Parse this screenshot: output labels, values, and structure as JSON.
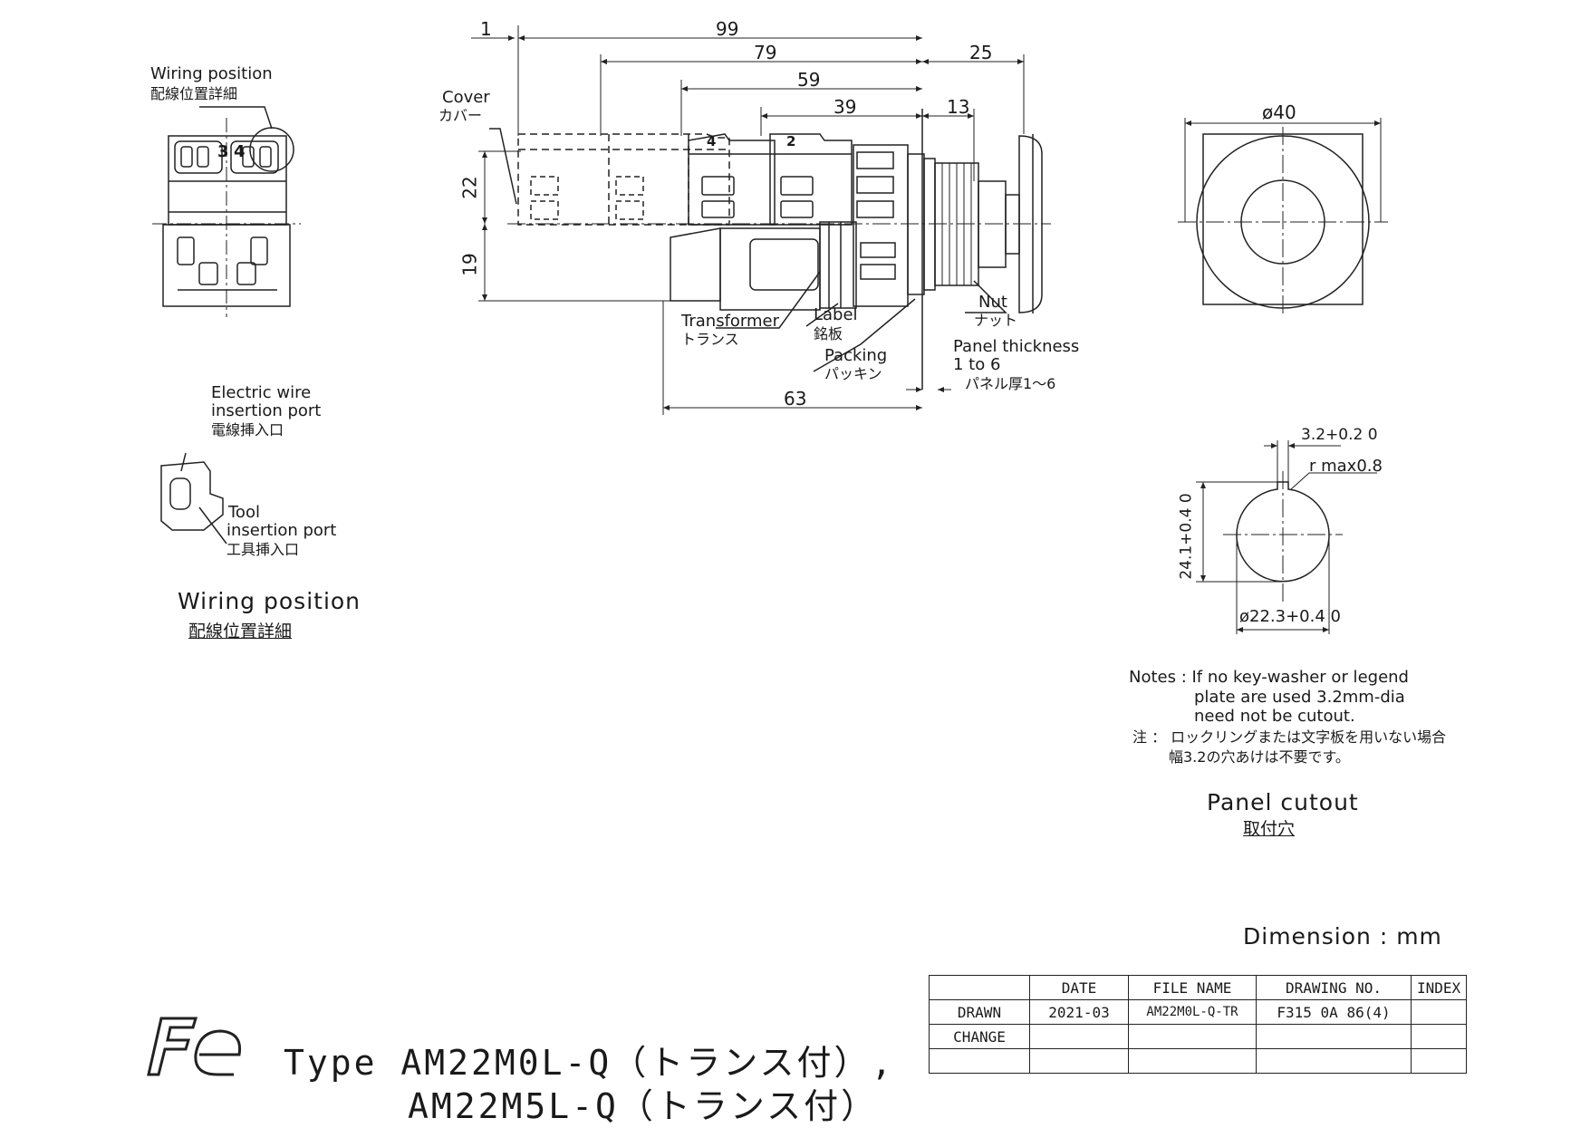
{
  "dimensions": {
    "d99": "99",
    "d79": "79",
    "d59": "59",
    "d39": "39",
    "d1": "1",
    "d25": "25",
    "d13": "13",
    "d22": "22",
    "d19": "19",
    "d63": "63",
    "dia40": "ø40",
    "keyway": "3.2+0.2 0",
    "rmax": "r max0.8",
    "h241": "24.1+0.4 0",
    "dia223": "ø22.3+0.4 0"
  },
  "terminal_numbers": {
    "t3": "3",
    "t4": "4",
    "t4b": "4",
    "t2": "2"
  },
  "callouts": {
    "wiring_position_en": "Wiring position",
    "wiring_position_jp": "配線位置詳細",
    "cover_en": "Cover",
    "cover_jp": "カバー",
    "transformer_en": "Transformer",
    "transformer_jp": "トランス",
    "label_en": "Label",
    "label_jp": "銘板",
    "packing_en": "Packing",
    "packing_jp": "パッキン",
    "nut_en": "Nut",
    "nut_jp": "ナット",
    "panel_thickness_en_1": "Panel thickness",
    "panel_thickness_en_2": "1 to 6",
    "panel_thickness_jp": "パネル厚1～6",
    "wire_port_en_1": "Electric wire",
    "wire_port_en_2": "insertion port",
    "wire_port_jp": "電線挿入口",
    "tool_port_en_1": "Tool",
    "tool_port_en_2": "insertion port",
    "tool_port_jp": "工具挿入口"
  },
  "section_titles": {
    "wiring_en": "Wiring position",
    "wiring_jp": "配線位置詳細",
    "cutout_en": "Panel cutout",
    "cutout_jp": "取付穴"
  },
  "notes": {
    "en_1": "Notes : If no key-washer or legend",
    "en_2": "plate are used 3.2mm-dia",
    "en_3": "need not be cutout.",
    "jp_1": "注 ： ロックリングまたは文字板を用いない場合",
    "jp_2": "幅3.2の穴あけは不要です。"
  },
  "unit_note": "Dimension : mm",
  "type_line_1": "Type  AM22M0L-Q（トランス付）,",
  "type_line_2": "AM22M5L-Q（トランス付）",
  "logo_text": "Fe",
  "title_block": {
    "headers": [
      "",
      "DATE",
      "FILE NAME",
      "DRAWING NO.",
      "INDEX"
    ],
    "rows": [
      [
        "DRAWN",
        "2021-03",
        "AM22M0L-Q-TR",
        "F315 0A 86(4)",
        ""
      ],
      [
        "CHANGE",
        "",
        "",
        "",
        ""
      ],
      [
        "",
        "",
        "",
        "",
        ""
      ]
    ]
  }
}
